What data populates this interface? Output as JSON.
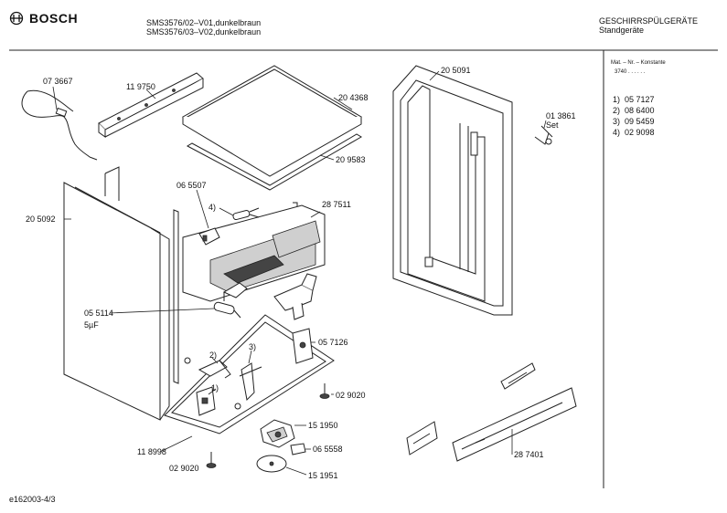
{
  "header": {
    "brand": "BOSCH",
    "model_line_1": "SMS3576/02–V01,dunkelbraun",
    "model_line_2": "SMS3576/03–V02,dunkelbraun",
    "category": "GESCHIRRSPÜLGERÄTE",
    "subcategory": "Standgeräte"
  },
  "side_panel": {
    "heading": "Mat. – Nr. – Konstante",
    "constant": "3740 . . . . . .",
    "notes": [
      {
        "num": "1)",
        "code": "05 7127"
      },
      {
        "num": "2)",
        "code": "08 6400"
      },
      {
        "num": "3)",
        "code": "09 5459"
      },
      {
        "num": "4)",
        "code": "02 9098"
      }
    ]
  },
  "part_labels": {
    "p073667": "07 3667",
    "p119750": "11 9750",
    "p204368": "20 4368",
    "p209583": "20 9583",
    "p205091": "20 5091",
    "p013861": "01 3861",
    "p013861_set": "Set",
    "p205092": "20 5092",
    "p065507": "06 5507",
    "p4": "4)",
    "p287511": "28 7511",
    "p055114": "05 5114",
    "p055114_cap": "5µF",
    "p2": "2)",
    "p3": "3)",
    "p057126": "05 7126",
    "p1": "1)",
    "p029020a": "02 9020",
    "p151950": "15 1950",
    "p118998": "11 8998",
    "p065558": "06 5558",
    "p029020b": "02 9020",
    "p151951": "15 1951",
    "p287401": "28 7401"
  },
  "footer": {
    "doc_id": "e162003-4/3"
  }
}
